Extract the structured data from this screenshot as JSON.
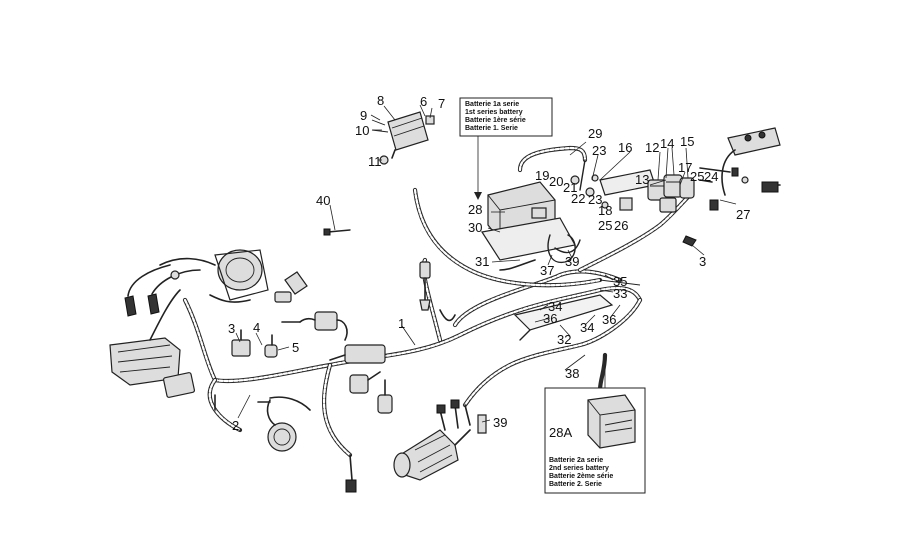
{
  "diagram": {
    "callouts": [
      {
        "id": "1",
        "text": "1"
      },
      {
        "id": "2",
        "text": "2"
      },
      {
        "id": "3a",
        "text": "3"
      },
      {
        "id": "3b",
        "text": "3"
      },
      {
        "id": "4",
        "text": "4"
      },
      {
        "id": "5",
        "text": "5"
      },
      {
        "id": "6",
        "text": "6"
      },
      {
        "id": "7",
        "text": "7"
      },
      {
        "id": "8",
        "text": "8"
      },
      {
        "id": "9",
        "text": "9"
      },
      {
        "id": "10",
        "text": "10"
      },
      {
        "id": "11",
        "text": "11"
      },
      {
        "id": "12",
        "text": "12"
      },
      {
        "id": "13",
        "text": "13"
      },
      {
        "id": "14",
        "text": "14"
      },
      {
        "id": "15",
        "text": "15"
      },
      {
        "id": "16",
        "text": "16"
      },
      {
        "id": "17",
        "text": "17"
      },
      {
        "id": "18",
        "text": "18"
      },
      {
        "id": "19",
        "text": "19"
      },
      {
        "id": "20",
        "text": "20"
      },
      {
        "id": "21",
        "text": "21"
      },
      {
        "id": "22",
        "text": "22"
      },
      {
        "id": "23a",
        "text": "23"
      },
      {
        "id": "23b",
        "text": "23"
      },
      {
        "id": "24",
        "text": "24"
      },
      {
        "id": "25a",
        "text": "25"
      },
      {
        "id": "25b",
        "text": "25"
      },
      {
        "id": "26",
        "text": "26"
      },
      {
        "id": "27",
        "text": "27"
      },
      {
        "id": "28",
        "text": "28"
      },
      {
        "id": "28A",
        "text": "28A"
      },
      {
        "id": "29",
        "text": "29"
      },
      {
        "id": "30",
        "text": "30"
      },
      {
        "id": "31",
        "text": "31"
      },
      {
        "id": "32",
        "text": "32"
      },
      {
        "id": "33",
        "text": "33"
      },
      {
        "id": "34a",
        "text": "34"
      },
      {
        "id": "34b",
        "text": "34"
      },
      {
        "id": "35",
        "text": "35"
      },
      {
        "id": "36a",
        "text": "36"
      },
      {
        "id": "36b",
        "text": "36"
      },
      {
        "id": "37",
        "text": "37"
      },
      {
        "id": "38",
        "text": "38"
      },
      {
        "id": "39a",
        "text": "39"
      },
      {
        "id": "39b",
        "text": "39"
      },
      {
        "id": "40",
        "text": "40"
      }
    ],
    "battery_box_1": [
      "Batterie 1a serie",
      "1st series battery",
      "Batterie 1ère série",
      "Batterie 1. Serie"
    ],
    "battery_box_2": [
      "Batterie 2a serie",
      "2nd series battery",
      "Batterie 2ème série",
      "Batterie 2. Serie"
    ]
  }
}
